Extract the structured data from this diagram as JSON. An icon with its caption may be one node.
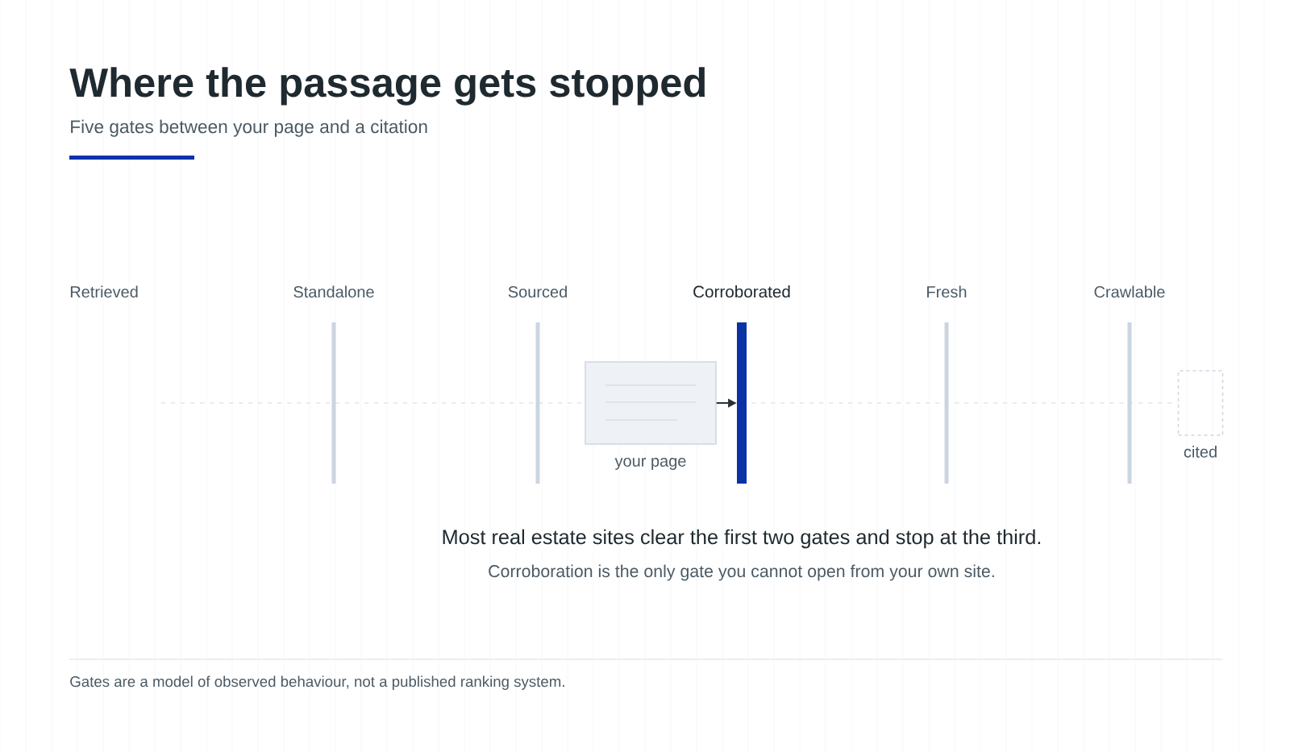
{
  "diagram": {
    "title": "Where the passage gets stopped",
    "nodes": [
      {
        "text": [
          "Standalone"
        ]
      },
      {
        "text": [
          "Sourced"
        ]
      },
      {
        "text": [
          "Corroborated"
        ]
      },
      {
        "text": [
          "Fresh"
        ]
      },
      {
        "text": [
          "Crawlable"
        ]
      },
      {
        "text": [],
        "shape": "box",
        "beside": [
          "your page"
        ]
      },
      {
        "text": [],
        "shape": "box",
        "beside": [
          "cited"
        ]
      }
    ],
    "edges": [
      {
        "from": 5,
        "to": 2,
        "arrow": "to"
      },
      {
        "from": null,
        "to": 6,
        "arrow": "none",
        "style": "dashed",
        "color": "#d3dae1"
      }
    ],
    "labels": [
      "Five gates between your page and a citation",
      "Retrieved",
      "Most real estate sites clear the first two gates and stop at the third.",
      "Corroboration is the only gate you cannot open from your own site.",
      "Gates are a model of observed behaviour, not a published ranking system."
    ]
  }
}
